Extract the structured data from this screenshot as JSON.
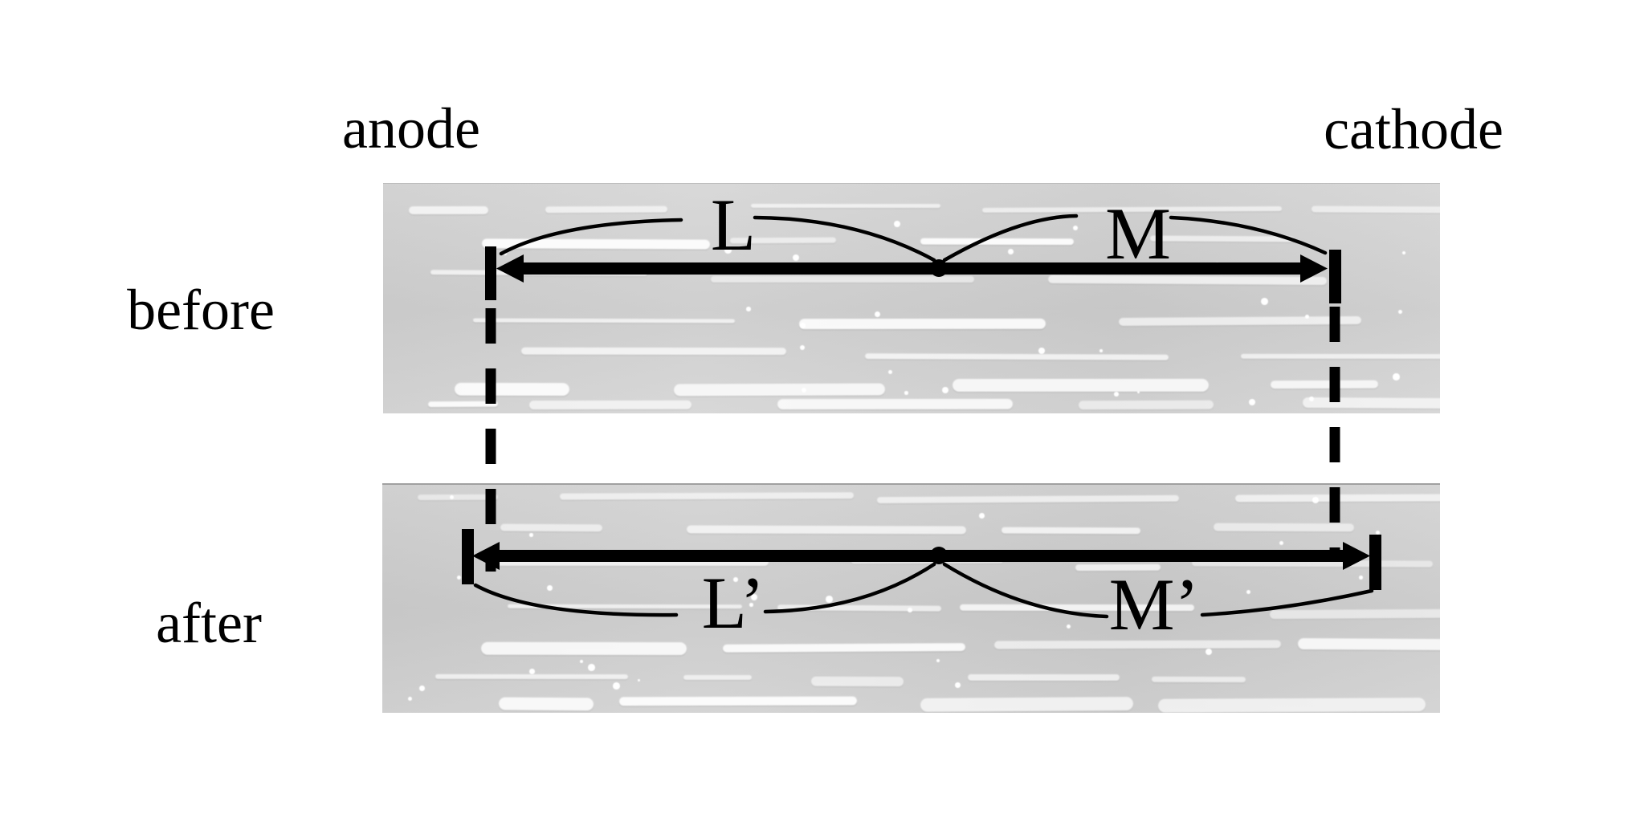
{
  "labels": {
    "anode": "anode",
    "cathode": "cathode",
    "before": "before",
    "after": "after"
  },
  "measures": {
    "L": "L",
    "M": "M",
    "L_prime": "L’",
    "M_prime": "M’"
  },
  "colors": {
    "background": "#ffffff",
    "ink": "#000000",
    "micrograph_base": "#d4d4d4",
    "micrograph_after_base": "#d1d1d1",
    "micrograph_edge": "#a0a0a0",
    "streak": "#ffffff"
  }
}
